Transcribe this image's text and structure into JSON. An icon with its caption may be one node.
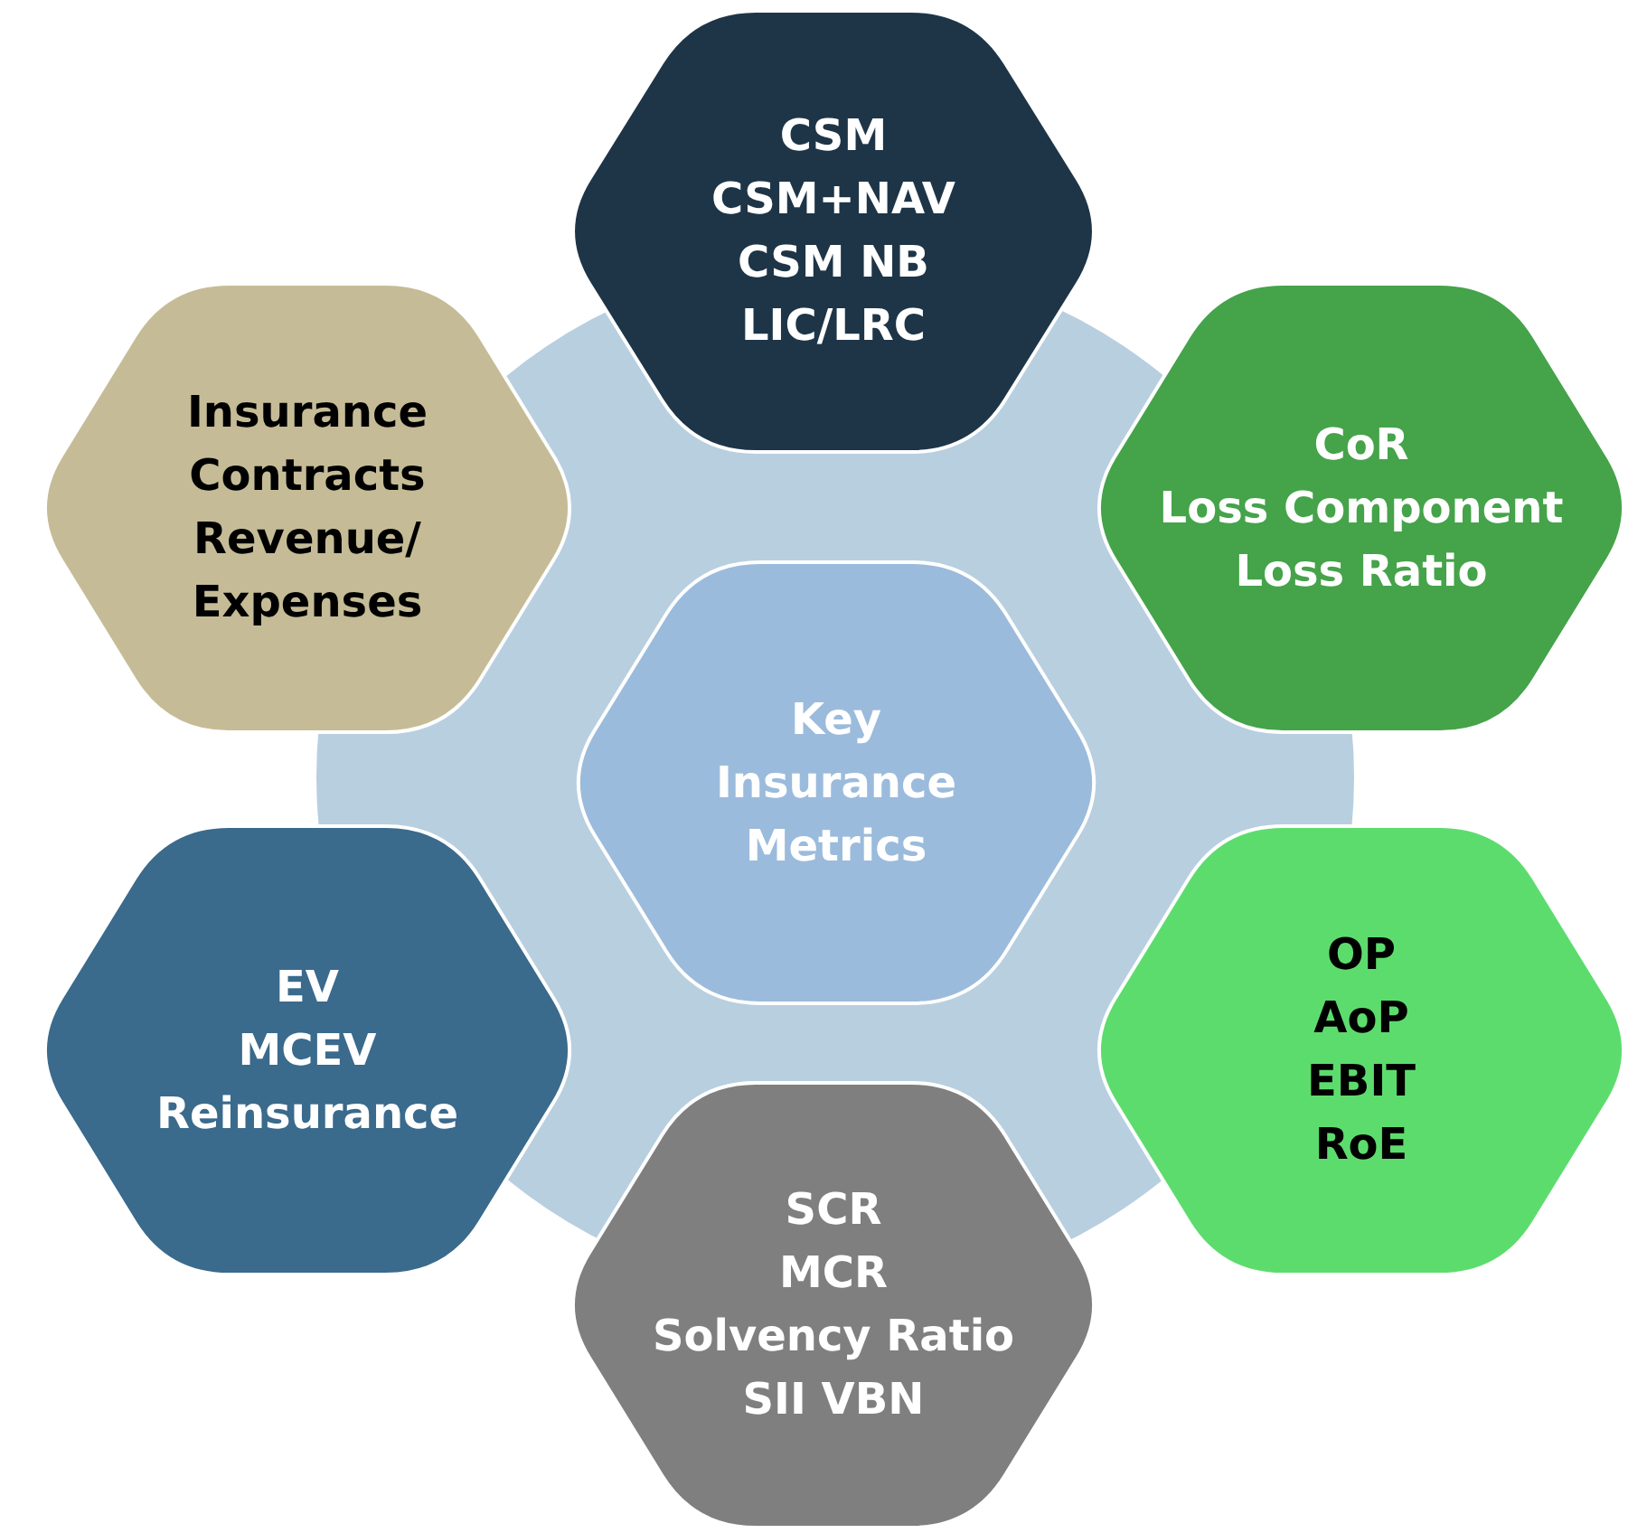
{
  "diagram": {
    "nodes": [
      {
        "text": [
          "CSM",
          "CSM+NAV",
          "CSM NB",
          "LIC/LRC"
        ]
      },
      {
        "text": [
          "Insurance Contracts Revenue/ Expenses"
        ]
      },
      {
        "text": [
          "CoR",
          "Loss Component",
          "Loss Ratio"
        ]
      },
      {
        "text": [
          "Key Insurance Metrics"
        ]
      },
      {
        "text": [
          "EV",
          "MCEV",
          "Reinsurance"
        ]
      },
      {
        "text": [
          "OP",
          "AoP",
          "EBIT",
          "RoE"
        ]
      },
      {
        "text": [
          "SCR",
          "MCR",
          "Solvency Ratio",
          "SII VBN"
        ]
      }
    ]
  }
}
